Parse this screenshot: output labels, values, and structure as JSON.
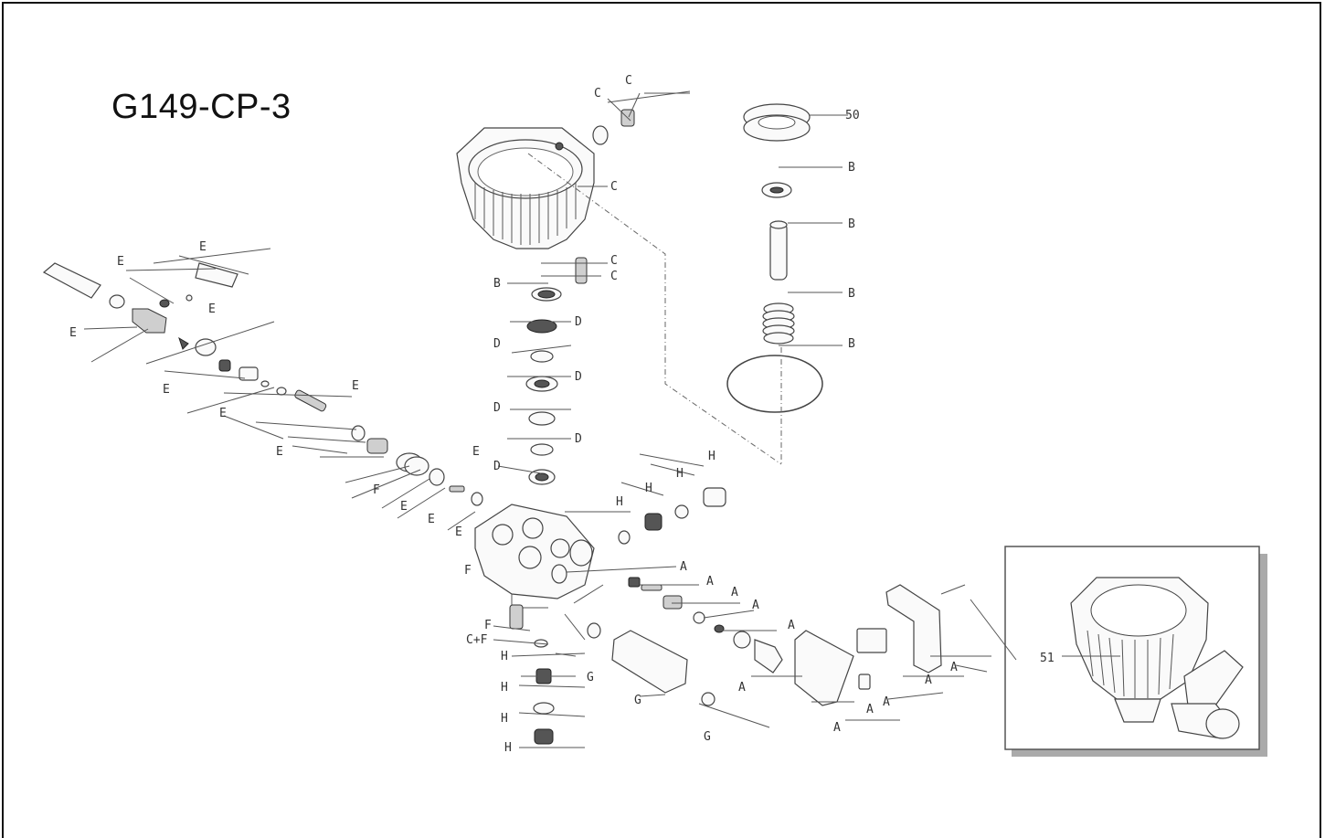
{
  "diagram": {
    "title": "G149-CP-3",
    "inset_callout": "51",
    "labels": {
      "C": "C",
      "B": "B",
      "D": "D",
      "E": "E",
      "F": "F",
      "G": "G",
      "H": "H",
      "A": "A",
      "CF": "C+F",
      "n50": "50"
    },
    "colors": {
      "line": "#555555",
      "part_fill": "#fafafa",
      "dark_part": "#555555",
      "shadow": "#aaaaaa"
    }
  }
}
